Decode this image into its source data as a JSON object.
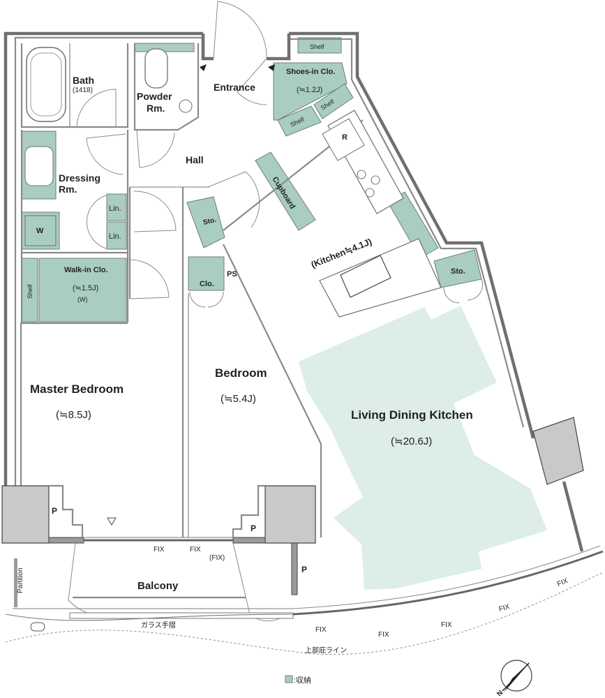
{
  "rooms": {
    "bath": "Bath",
    "bath_size": "(1418)",
    "powder_line1": "Powder",
    "powder_line2": "Rm.",
    "entrance": "Entrance",
    "shoes_closet": "Shoes-in Clo.",
    "shoes_closet_size": "(≒1.2J)",
    "hall": "Hall",
    "dressing_line1": "Dressing",
    "dressing_line2": "Rm.",
    "walkin_closet": "Walk-in Clo.",
    "walkin_closet_size": "(≒1.5J)",
    "walkin_w": "(W)",
    "master_bedroom": "Master Bedroom",
    "master_bedroom_size": "(≒8.5J)",
    "bedroom": "Bedroom",
    "bedroom_size": "(≒5.4J)",
    "ldk": "Living Dining Kitchen",
    "ldk_size": "(≒20.6J)",
    "kitchen": "(Kitchen≒4.1J)",
    "balcony": "Balcony"
  },
  "fixtures": {
    "shelf_top": "Shelf",
    "shelf_left": "Shelf",
    "shelf_right": "Shelf",
    "shelf_walkin": "Shelf",
    "cupboard": "Cupboard",
    "refrigerator": "R",
    "linen1": "Lin.",
    "linen2": "Lin.",
    "washer": "W",
    "storage_hall": "Sto.",
    "storage_ldk": "Sto.",
    "closet_bedroom": "Clo.",
    "pipe_space": "PS",
    "pillar_p1": "P",
    "pillar_p2": "P",
    "pillar_p3": "P",
    "partition": "Partition"
  },
  "windows": {
    "fix1": "FIX",
    "fix2": "FIX",
    "fix3": "(FIX)",
    "fix4": "FIX",
    "fix5": "FIX",
    "fix6": "FIX",
    "fix7": "FIX",
    "fix8": "FIX"
  },
  "annotations": {
    "glass_railing": "ガラス手摺",
    "upper_eave_line": "上部庇ライン",
    "legend_storage": ":収納",
    "compass_north": "N"
  },
  "colors": {
    "storage": "#a9cdbf",
    "living": "#dceee7",
    "wall": "#6f6f6f",
    "pillar": "#c9c9c9"
  }
}
